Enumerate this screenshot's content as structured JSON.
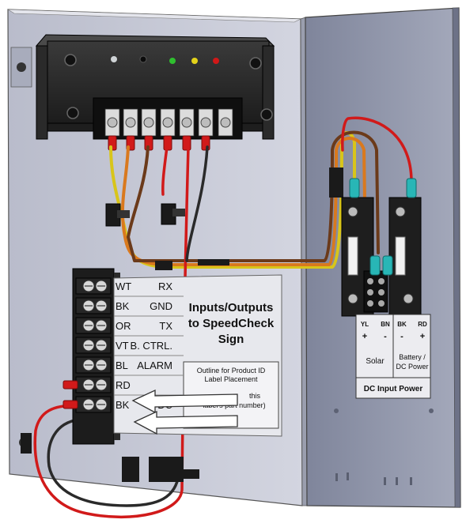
{
  "terminal_block": {
    "rows": [
      {
        "left": "WT",
        "right": "RX"
      },
      {
        "left": "BK",
        "right": "GND"
      },
      {
        "left": "OR",
        "right": "TX"
      },
      {
        "left": "VT",
        "right": "B. CTRL."
      },
      {
        "left": "BL",
        "right": "ALARM"
      },
      {
        "left": "RD",
        "right": ""
      },
      {
        "left": "BK",
        "right": "DC"
      }
    ]
  },
  "label_plate": {
    "title_lines": [
      "Inputs/Outputs",
      "to SpeedCheck",
      "Sign"
    ],
    "outline_lines": [
      "Outline for Product ID",
      "Label Placement"
    ],
    "partial_lines": [
      "this",
      "label's part number)"
    ]
  },
  "dc_input_panel": {
    "solar": {
      "wire_left": "YL",
      "wire_right": "BN",
      "sign_left": "+",
      "sign_right": "-",
      "name": "Solar"
    },
    "battery": {
      "wire_left": "BK",
      "wire_right": "RD",
      "sign_left": "-",
      "sign_right": "+",
      "name_lines": [
        "Battery /",
        "DC Power"
      ]
    },
    "title": "DC Input Power"
  },
  "colors": {
    "enclosure": "#c9ccd8",
    "door": "#8d93a8",
    "wire_red": "#d11a1a",
    "wire_yellow": "#d8c51a",
    "wire_orange": "#d9791e",
    "wire_brown": "#6b3a1a",
    "wire_black": "#2a2a2a",
    "led_green": "#2fbf2f",
    "led_yellow": "#e3d21a",
    "led_red": "#d01818",
    "ferrule_teal": "#28b6b6"
  }
}
